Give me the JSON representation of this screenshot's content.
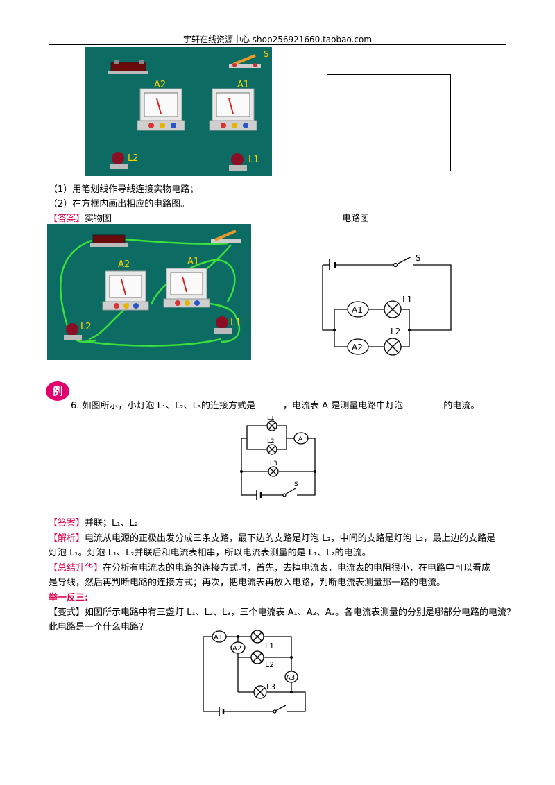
{
  "header": "宇轩在线资源中心  shop256921660.taobao.com",
  "q5": {
    "instr1": "（1）用笔划线作导线连接实物电路；",
    "instr2": "（2）在方框内画出相应的电路图。",
    "answer_tag": "【答案】",
    "answer_left_label": "实物图",
    "answer_right_label": "电路图",
    "photo_labels": {
      "s": "S",
      "a2": "A2",
      "a1": "A1",
      "l2": "L2",
      "l1": "L1"
    },
    "diagram_labels": {
      "s": "S",
      "a1": "A1",
      "a2": "A2",
      "l1": "L1",
      "l2": "L2"
    }
  },
  "q6": {
    "badge": "例",
    "number": "6.",
    "text_a": "如图所示，小灯泡 L₁、L₂、L₃的连接方式是",
    "text_b": "，电流表 A 是测量电路中灯泡",
    "text_c": "的电流。",
    "diagram_labels": {
      "l1": "L1",
      "l2": "L2",
      "l3": "L3",
      "a": "A",
      "s": "S"
    },
    "answer_tag": "【答案】",
    "answer_text": "并联；L₁、L₂",
    "analysis_tag": "【解析】",
    "analysis_line1": "电流从电源的正极出发分成三条支路，最下边的支路是灯泡 L₃，中间的支路是灯泡 L₂，最上边的支路是",
    "analysis_line2": "灯泡 L₁。灯泡 L₁、L₂并联后和电流表相串，所以电流表测量的是 L₁、L₂的电流。",
    "summary_tag": "【总结升华】",
    "summary_line1": "在分析有电流表的电路的连接方式时，首先，去掉电流表，电流表的电阻很小，在电路中可以看成",
    "summary_line2": "是导线，然后再判断电路的连接方式；再次，把电流表再放入电路，判断电流表测量那一路的电流。"
  },
  "variant": {
    "heading": "举一反三:",
    "tag": "【变式】",
    "line1": "如图所示电路中有三盏灯 L₁、L₂、L₃，三个电流表 A₁、A₂、A₃。各电流表测量的分别是哪部分电路的电流？",
    "line2": "此电路是一个什么电路？",
    "diagram_labels": {
      "a1": "A1",
      "a2": "A2",
      "a3": "A3",
      "l1": "L1",
      "l2": "L2",
      "l3": "L3"
    }
  }
}
